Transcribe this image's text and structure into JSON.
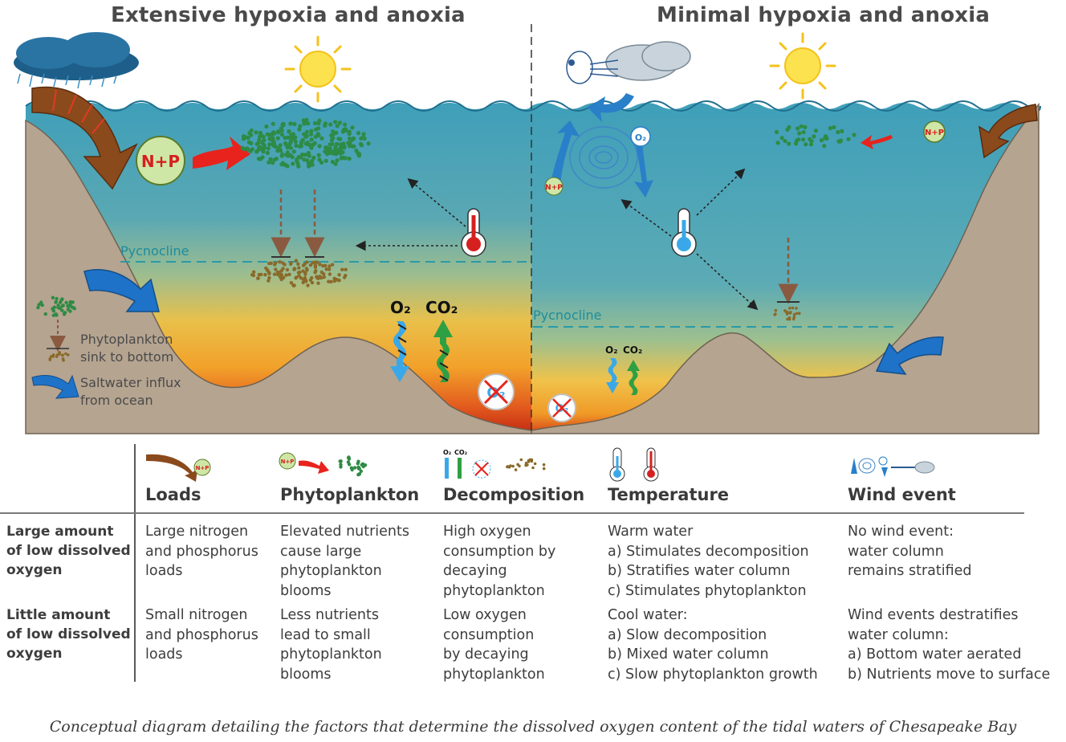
{
  "titles": {
    "left": "Extensive hypoxia and anoxia",
    "right": "Minimal hypoxia and anoxia"
  },
  "diagram": {
    "pycnocline_label": "Pycnocline",
    "np_label": "N+P",
    "o2_label": "O₂",
    "co2_label": "CO₂",
    "legend": {
      "phyto_sink": "Phytoplankton\nsink to bottom",
      "saltwater": "Saltwater influx\nfrom ocean"
    },
    "colors": {
      "water_top": "#4aa3bd",
      "water_mid": "#7fb8a6",
      "low_oxygen": "#f0a92c",
      "anoxic": "#d23a1a",
      "sediment": "#b5a490",
      "phytoplankton": "#2e8b45",
      "nutrient_arrow": "#e8231d",
      "saltwater_arrow": "#1e73c8",
      "load_arrow": "#8b4513"
    }
  },
  "table": {
    "headers": [
      "Loads",
      "Phytoplankton",
      "Decomposition",
      "Temperature",
      "Wind event"
    ],
    "header_icons": [
      "load-arrow-icon",
      "nutrient-phytoplankton-icon",
      "decomposition-icon",
      "thermometer-icon",
      "wind-icon"
    ],
    "rows": [
      {
        "label": "Large amount\nof low dissolved\noxygen",
        "cells": [
          "Large nitrogen\nand phosphorus\nloads",
          "Elevated nutrients\ncause large\nphytoplankton\nblooms",
          "High oxygen\nconsumption by\ndecaying\nphytoplankton",
          "Warm water\n a) Stimulates decomposition\n b) Stratifies water column\n c) Stimulates phytoplankton",
          "No wind event:\nwater column\nremains stratified"
        ]
      },
      {
        "label": "Little amount\nof low dissolved\noxygen",
        "cells": [
          "Small nitrogen\nand phosphorus\nloads",
          "Less nutrients\nlead to small\nphytoplankton\nblooms",
          "Low oxygen\nconsumption\nby decaying\nphytoplankton",
          "Cool water:\n a) Slow decomposition\n b) Mixed water column\n c) Slow phytoplankton growth",
          "Wind events destratifies\nwater column:\n a) Bottom water aerated\n b) Nutrients move to surface"
        ]
      }
    ]
  },
  "caption": "Conceptual diagram detailing the factors that determine the dissolved oxygen content of the tidal waters of Chesapeake Bay"
}
